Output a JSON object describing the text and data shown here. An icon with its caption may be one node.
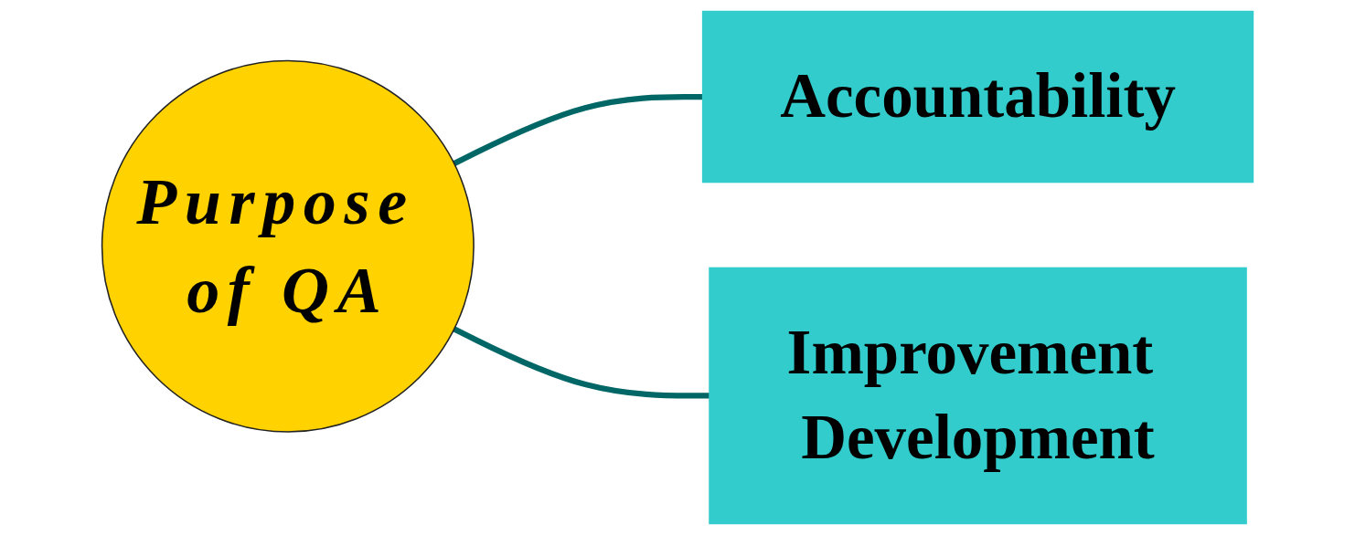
{
  "diagram": {
    "nodes": [
      {
        "text": [
          "Purpose of QA"
        ]
      },
      {
        "text": [
          "Accountability"
        ]
      },
      {
        "text": [
          "Improvement Development"
        ]
      }
    ],
    "edges": [
      {
        "from": 0,
        "to": 1,
        "arrow": "none"
      },
      {
        "from": 0,
        "to": 2,
        "arrow": "none"
      }
    ]
  }
}
